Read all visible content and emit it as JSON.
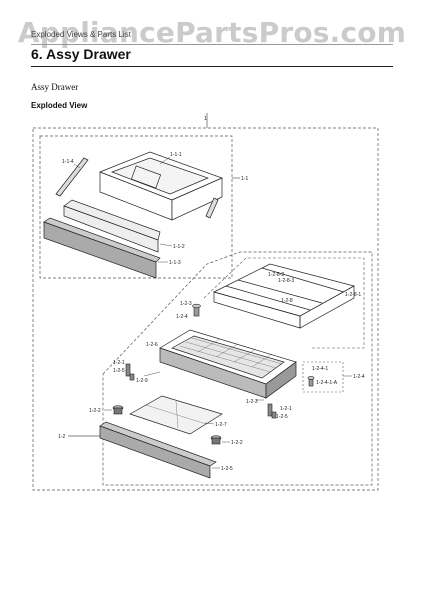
{
  "watermark": "AppliancePartsPros.com",
  "breadcrumb": "Exploded Views & Parts List",
  "section": {
    "title": "6.  Assy Drawer",
    "subtitle": "Assy Drawer",
    "view_label": "Exploded View"
  },
  "labels": {
    "main": "1",
    "drawer_assy": "1-1",
    "d_1_1_1": "1-1-1",
    "d_1_1_4": "1-1-4",
    "d_1_1_2": "1-1-2",
    "d_1_1_3": "1-1-3",
    "frame_assy": "1-2",
    "f_1_2_8_2": "1-2-8-2",
    "f_1_2_8_3": "1-2-8-3",
    "f_1_2_8_1": "1-2-8-1",
    "f_1_2_8": "1-2-8",
    "f_1_2_3": "1-2-3",
    "f_1_2_4": "1-2-4",
    "f_1_2_6": "1-2-6",
    "f_1_2_1a": "1-2-1",
    "f_1_2_5a": "1-2-5",
    "f_1_2_9": "1-2-9",
    "f_1_2_4_1": "1-2-4-1",
    "f_1_2_4_1_a": "1-2-4-1-A",
    "f_1_2_4b": "1-2-4",
    "f_1_2_2a": "1-2-2",
    "f_1_2_7": "1-2-7",
    "f_1_2_3b": "1-2-3",
    "f_1_2_1b": "1-2-1",
    "f_1_2_5b": "1-2-5",
    "f_1_2_2b": "1-2-2",
    "f_1_2_5c": "1-2-5"
  }
}
